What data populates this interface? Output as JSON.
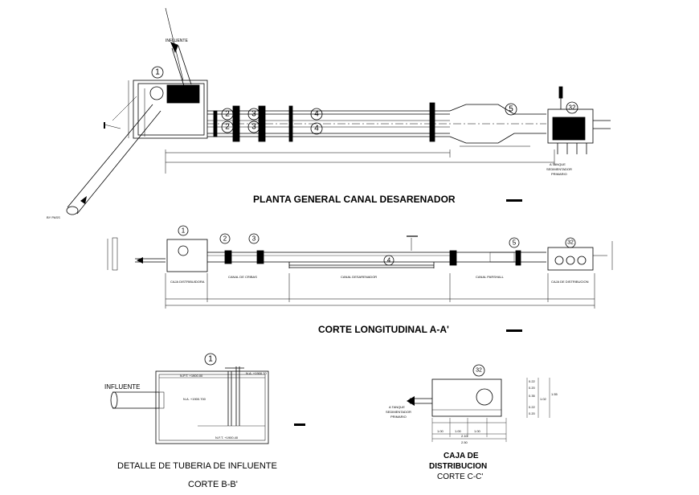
{
  "plan": {
    "title": "PLANTA GENERAL CANAL DESARENADOR",
    "influent_label": "INFLUENTE",
    "bypass_label": "BY PASS",
    "outlet_label_1": "A TANQUE",
    "outlet_label_2": "SEDIMENTADOR",
    "outlet_label_3": "PRIMARIO",
    "markers": [
      "1",
      "2",
      "3",
      "4",
      "5",
      "32"
    ]
  },
  "section_aa": {
    "title": "CORTE LONGITUDINAL A-A'",
    "zones": [
      "CAJA DISTRIBUIDORA",
      "CANAL DE CRIBAS",
      "CANAL DESARENADOR",
      "CANAL PARSHALL",
      "CAJA DE DISTRIBUCION"
    ],
    "markers": [
      "1",
      "2",
      "3",
      "4",
      "5",
      "32"
    ]
  },
  "detail_bb": {
    "title": "DETALLE DE TUBERIA DE INFLUENTE",
    "subtitle": "CORTE  B-B'",
    "influent_label": "INFLUENTE",
    "marker": "1",
    "levels": [
      "N.P.T. +1900.00",
      "N.A. +1900.700",
      "N.A. +1900.70",
      "N.F.T. +1900.40"
    ]
  },
  "box_cc": {
    "title_1": "CAJA DE",
    "title_2": "DISTRIBUCION",
    "subtitle": "CORTE  C-C'",
    "marker": "32",
    "outlet_label_1": "A TANQUE",
    "outlet_label_2": "SEDIMENTADOR",
    "outlet_label_3": "PRIMARIO",
    "dims_bottom": [
      "1.00",
      "1.00",
      "1.00",
      "2.10",
      "2.50"
    ],
    "dims_right": [
      "0.22",
      "0.20",
      "0.35",
      "1.02",
      "1.55",
      "0.22",
      "0.20"
    ]
  }
}
